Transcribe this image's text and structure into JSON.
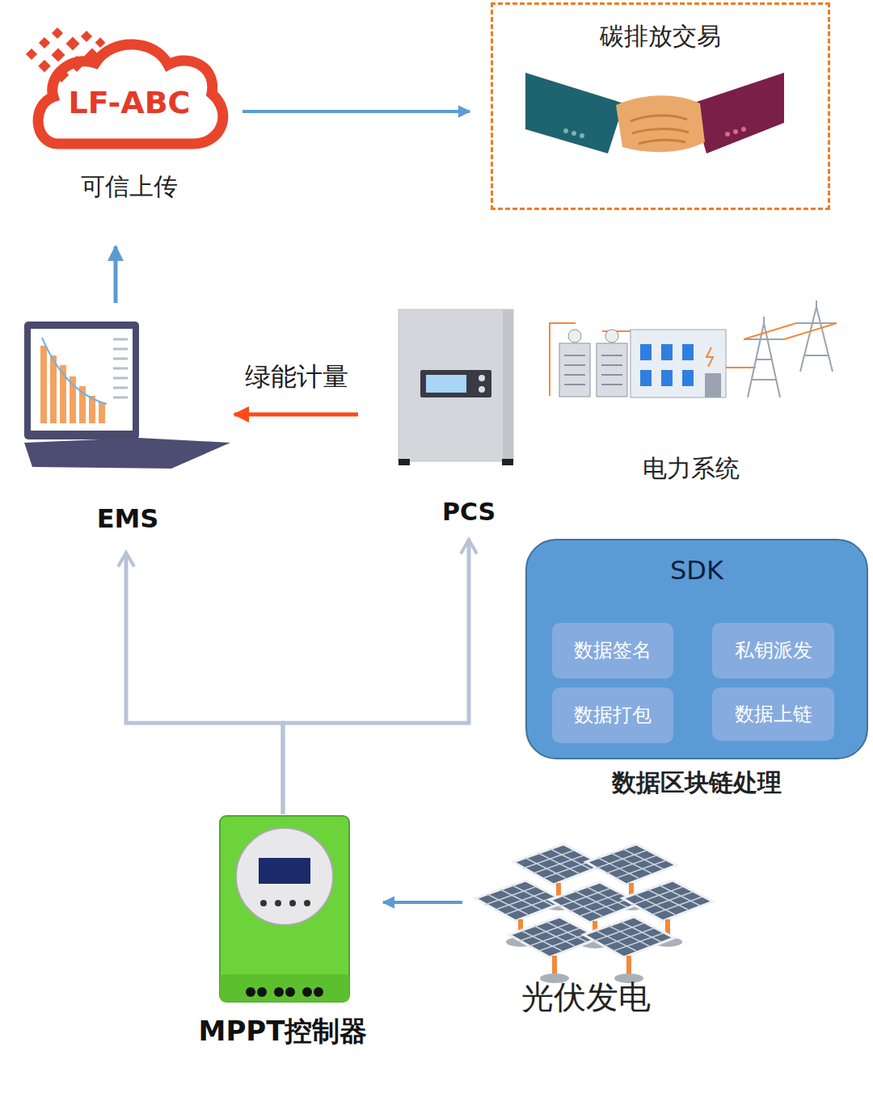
{
  "diagram": {
    "nodes": [
      {
        "text": [
          "LF-ABC",
          "可信上传"
        ]
      },
      {
        "text": [
          "碳排放交易"
        ]
      },
      {
        "text": [
          "EMS"
        ]
      },
      {
        "text": [
          "PCS"
        ]
      },
      {
        "text": [
          "电力系统"
        ]
      },
      {
        "text": [
          "SDK",
          "数据区块链处理"
        ]
      },
      {
        "text": [
          "数据签名"
        ],
        "in": 5
      },
      {
        "text": [
          "私钥派发"
        ],
        "in": 5
      },
      {
        "text": [
          "数据打包"
        ],
        "in": 5
      },
      {
        "text": [
          "数据上链"
        ],
        "in": 5
      },
      {
        "text": [
          "MPPT控制器"
        ]
      },
      {
        "text": [
          "光伏发电"
        ]
      }
    ],
    "edges": [
      {
        "from": 0,
        "to": 1,
        "arrow": "to"
      },
      {
        "from": 2,
        "to": 0,
        "arrow": "to"
      },
      {
        "from": 3,
        "to": 2,
        "label": "绿能计量",
        "arrow": "to"
      },
      {
        "from": 10,
        "to": 2,
        "arrow": "to"
      },
      {
        "from": 10,
        "to": 3,
        "arrow": "to"
      },
      {
        "from": 11,
        "to": 10,
        "arrow": "to"
      }
    ]
  }
}
